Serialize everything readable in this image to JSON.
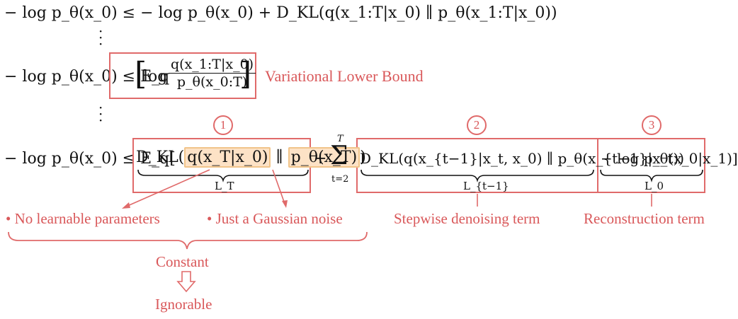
{
  "lines": {
    "line1": "− log p_θ(x_0) ≤ − log p_θ(x_0) + D_KL(q(x_1:T|x_0) ∥ p_θ(x_1:T|x_0))",
    "line2_lhs": "− log p_θ(x_0) ≤ E_q",
    "line2_log": "log",
    "line2_num": "q(x_1:T|x_0)",
    "line2_den": "p_θ(x_0:T)",
    "line3_lhs": "− log p_θ(x_0) ≤ E_q[",
    "term1_a": "D_KL(",
    "term1_q": "q(x_T|x_0)",
    "term1_mid": "∥",
    "term1_p": "p_θ(x_T)",
    "term1_close": ")",
    "plus": "+",
    "sum_top": "T",
    "sum_bottom": "t=2",
    "term2": "D_KL(q(x_{t−1}|x_t, x_0) ∥ p_θ(x_{t−1}|x_t))",
    "term3": "− log p_θ(x_0|x_1)]"
  },
  "labels": {
    "vlb": "Variational Lower Bound",
    "lt": "L_T",
    "lt1": "L_{t−1}",
    "l0": "L_0",
    "n1": "1",
    "n2": "2",
    "n3": "3",
    "no_params": "No learnable parameters",
    "gauss": "Just a Gaussian noise",
    "stepwise": "Stepwise denoising term",
    "recon": "Reconstruction term",
    "constant": "Constant",
    "ignorable": "Ignorable",
    "bullet": "•"
  }
}
